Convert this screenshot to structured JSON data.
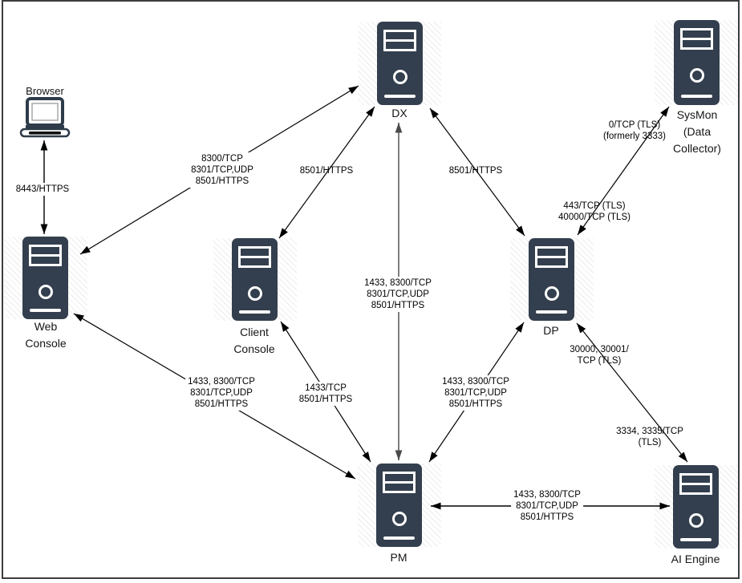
{
  "diagram_type": "network-port-architecture",
  "colors": {
    "server_fill": "#333f4e",
    "edge_line": "#000000",
    "edge_line_gray": "#7f7f7f",
    "hatch": "#ececec",
    "frame_border": "#3d3d3d",
    "background": "#ffffff"
  },
  "nodes": {
    "browser": {
      "icon": "laptop-icon",
      "lines": [
        "Browser"
      ]
    },
    "web_console": {
      "icon": "server-icon",
      "lines": [
        "Web",
        "Console"
      ]
    },
    "dx": {
      "icon": "server-icon",
      "lines": [
        "DX"
      ]
    },
    "sysmon": {
      "icon": "server-icon",
      "lines": [
        "SysMon",
        "(Data",
        "Collector)"
      ]
    },
    "client_console": {
      "icon": "server-icon",
      "lines": [
        "Client",
        "Console"
      ]
    },
    "dp": {
      "icon": "server-icon",
      "lines": [
        "DP"
      ]
    },
    "pm": {
      "icon": "server-icon",
      "lines": [
        "PM"
      ]
    },
    "ai_engine": {
      "icon": "server-icon",
      "lines": [
        "AI Engine"
      ]
    }
  },
  "edges": [
    {
      "id": "browser-web-console",
      "style": "double-arrow"
    },
    {
      "id": "web-console-dx",
      "style": "double-arrow"
    },
    {
      "id": "client-console-dx",
      "style": "double-arrow"
    },
    {
      "id": "dx-dp",
      "style": "double-arrow"
    },
    {
      "id": "dx-pm",
      "style": "double-arrow-gray"
    },
    {
      "id": "dp-sysmon",
      "style": "double-arrow"
    },
    {
      "id": "web-console-pm",
      "style": "double-arrow"
    },
    {
      "id": "client-console-pm",
      "style": "double-arrow"
    },
    {
      "id": "dp-pm",
      "style": "double-arrow"
    },
    {
      "id": "dp-ai-engine",
      "style": "double-arrow"
    },
    {
      "id": "pm-ai-engine",
      "style": "double-arrow"
    }
  ],
  "edge_labels": {
    "e1": {
      "edge": "browser-web-console",
      "lines": [
        "8443/HTTPS"
      ]
    },
    "e2": {
      "edge": "web-console-dx",
      "lines": [
        "8300/TCP",
        "8301/TCP,UDP",
        "8501/HTTPS"
      ]
    },
    "e3": {
      "edge": "client-console-dx",
      "lines": [
        "8501/HTTPS"
      ]
    },
    "e4": {
      "edge": "dx-dp",
      "lines": [
        "8501/HTTPS"
      ]
    },
    "e5": {
      "edge": "dx-pm",
      "lines": [
        "1433, 8300/TCP",
        "8301/TCP,UDP",
        "8501/HTTPS"
      ]
    },
    "e6": {
      "edge": "dp-sysmon",
      "lines": [
        "0/TCP (TLS)",
        "(formerly 3333)"
      ]
    },
    "e7": {
      "edge": "dp-sysmon",
      "lines": [
        "443/TCP (TLS)",
        "40000/TCP (TLS)"
      ]
    },
    "e8": {
      "edge": "web-console-pm",
      "lines": [
        "1433, 8300/TCP",
        "8301/TCP,UDP",
        "8501/HTTPS"
      ]
    },
    "e9": {
      "edge": "client-console-pm",
      "lines": [
        "1433/TCP",
        "8501/HTTPS"
      ]
    },
    "e10": {
      "edge": "dp-pm",
      "lines": [
        "1433, 8300/TCP",
        "8301/TCP,UDP",
        "8501/HTTPS"
      ]
    },
    "e11": {
      "edge": "dp-ai-engine",
      "lines": [
        "30000, 30001/",
        "TCP (TLS)"
      ]
    },
    "e12": {
      "edge": "dp-ai-engine",
      "lines": [
        "3334, 3335/TCP",
        "(TLS)"
      ]
    },
    "e13": {
      "edge": "pm-ai-engine",
      "lines": [
        "1433, 8300/TCP",
        "8301/TCP,UDP",
        "8501/HTTPS"
      ]
    }
  }
}
